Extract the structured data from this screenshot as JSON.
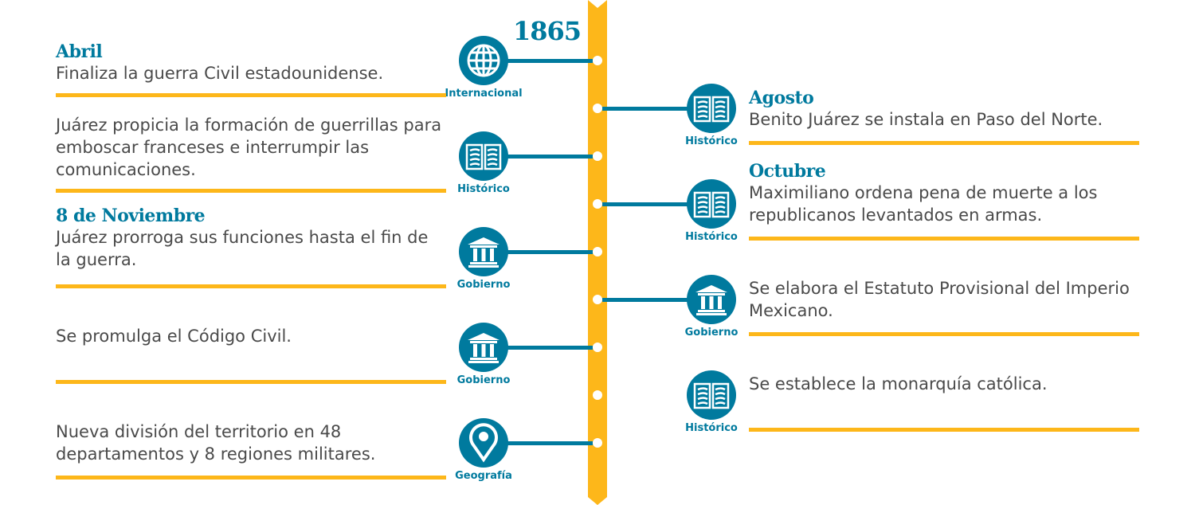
{
  "year": "1865",
  "colors": {
    "teal": "#007a9e",
    "yellow": "#fdb71a",
    "text": "#4a4a4a"
  },
  "left_events": [
    {
      "date": "Abril",
      "text": "Finaliza la guerra Civil estadounidense.",
      "category": "Internacional",
      "icon": "globe-icon"
    },
    {
      "date": "",
      "text": "Juárez propicia la formación de guerrillas para emboscar franceses e interrumpir las comunicaciones.",
      "category": "Histórico",
      "icon": "book-icon"
    },
    {
      "date": "8 de Noviembre",
      "text": "Juárez prorroga sus funciones hasta el fin de la guerra.",
      "category": "Gobierno",
      "icon": "government-building-icon"
    },
    {
      "date": "",
      "text": "Se promulga el Código Civil.",
      "category": "Gobierno",
      "icon": "government-building-icon"
    },
    {
      "date": "",
      "text": "Nueva división del territorio en 48 departamentos y 8 regiones militares.",
      "category": "Geografía",
      "icon": "map-pin-icon"
    }
  ],
  "right_events": [
    {
      "date": "Agosto",
      "text": "Benito Juárez se instala en Paso del Norte.",
      "category": "Histórico",
      "icon": "book-icon"
    },
    {
      "date": "Octubre",
      "text": "Maximiliano ordena pena de muerte a los republicanos levantados en armas.",
      "category": "Histórico",
      "icon": "book-icon"
    },
    {
      "date": "",
      "text": "Se elabora el Estatuto Provisional del Imperio Mexicano.",
      "category": "Gobierno",
      "icon": "government-building-icon"
    },
    {
      "date": "",
      "text": "Se establece la monarquía católica.",
      "category": "Histórico",
      "icon": "book-icon"
    }
  ]
}
